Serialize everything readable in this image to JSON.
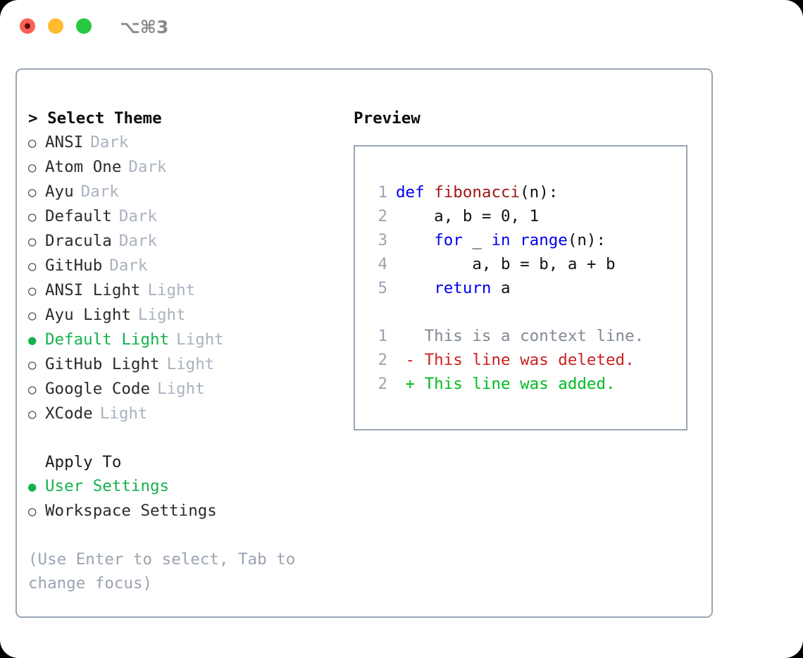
{
  "titlebar": {
    "shortcut": "⌥⌘3",
    "buttons": [
      {
        "name": "close",
        "color": "#fb5f57"
      },
      {
        "name": "minimize",
        "color": "#febc2e"
      },
      {
        "name": "maximize",
        "color": "#28c840"
      }
    ]
  },
  "theme_picker": {
    "header": "> Select Theme",
    "marker_selected": "●",
    "marker_unselected": "○",
    "items": [
      {
        "label": "ANSI",
        "variant": "Dark",
        "selected": false
      },
      {
        "label": "Atom One",
        "variant": "Dark",
        "selected": false
      },
      {
        "label": "Ayu",
        "variant": "Dark",
        "selected": false
      },
      {
        "label": "Default",
        "variant": "Dark",
        "selected": false
      },
      {
        "label": "Dracula",
        "variant": "Dark",
        "selected": false
      },
      {
        "label": "GitHub",
        "variant": "Dark",
        "selected": false
      },
      {
        "label": "ANSI Light",
        "variant": "Light",
        "selected": false
      },
      {
        "label": "Ayu Light",
        "variant": "Light",
        "selected": false
      },
      {
        "label": "Default Light",
        "variant": "Light",
        "selected": true
      },
      {
        "label": "GitHub Light",
        "variant": "Light",
        "selected": false
      },
      {
        "label": "Google Code",
        "variant": "Light",
        "selected": false
      },
      {
        "label": "XCode",
        "variant": "Light",
        "selected": false
      }
    ]
  },
  "apply_to": {
    "header": "Apply To",
    "options": [
      {
        "label": "User Settings",
        "selected": true
      },
      {
        "label": "Workspace Settings",
        "selected": false
      }
    ]
  },
  "hint": "(Use Enter to select, Tab to change focus)",
  "preview": {
    "title": "Preview",
    "code_lines": [
      {
        "no": "1",
        "tokens": [
          {
            "t": "def ",
            "c": "kw"
          },
          {
            "t": "fibonacci",
            "c": "fn"
          },
          {
            "t": "(n):",
            "c": "plain"
          }
        ]
      },
      {
        "no": "2",
        "tokens": [
          {
            "t": "    a, b = 0, 1",
            "c": "plain"
          }
        ]
      },
      {
        "no": "3",
        "tokens": [
          {
            "t": "    ",
            "c": "plain"
          },
          {
            "t": "for",
            "c": "kw"
          },
          {
            "t": " _ ",
            "c": "plain"
          },
          {
            "t": "in",
            "c": "kw"
          },
          {
            "t": " ",
            "c": "plain"
          },
          {
            "t": "range",
            "c": "kw"
          },
          {
            "t": "(n):",
            "c": "plain"
          }
        ]
      },
      {
        "no": "4",
        "tokens": [
          {
            "t": "        a, b = b, a + b",
            "c": "plain"
          }
        ]
      },
      {
        "no": "5",
        "tokens": [
          {
            "t": "    ",
            "c": "plain"
          },
          {
            "t": "return",
            "c": "kw"
          },
          {
            "t": " a",
            "c": "plain"
          }
        ]
      }
    ],
    "diff_lines": [
      {
        "no": "1",
        "sign": " ",
        "text": " This is a context line.",
        "kind": "ctx"
      },
      {
        "no": "2",
        "sign": "-",
        "text": " This line was deleted.",
        "kind": "del"
      },
      {
        "no": "2",
        "sign": "+",
        "text": " This line was added.",
        "kind": "add"
      }
    ]
  },
  "colors": {
    "accent_green": "#14b24c",
    "muted": "#a9b2bf",
    "border": "#9aa5b5",
    "keyword": "#0000ee",
    "function": "#a31515",
    "diff_deleted": "#cc2121",
    "diff_added": "#00bb22"
  }
}
